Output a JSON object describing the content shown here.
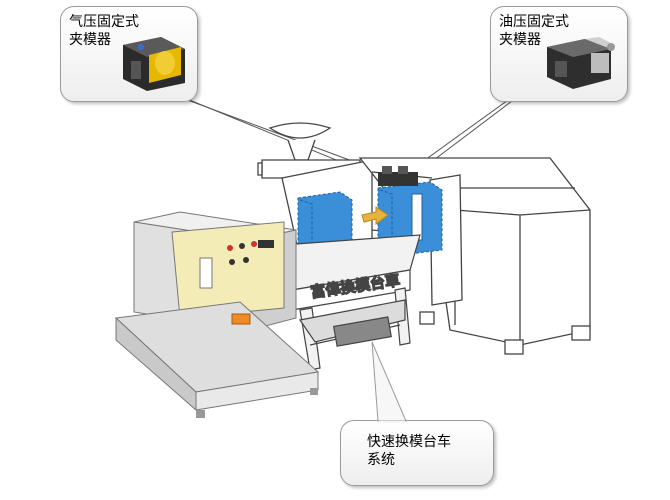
{
  "callouts": {
    "pneumatic_clamp": "气压固定式\n夹模器",
    "hydraulic_clamp": "油压固定式\n夹模器",
    "quick_change_system": "快速换模台车\n系统"
  },
  "machine_sign": "富偉換模台車",
  "colors": {
    "mold_blue": "#3b8fd8",
    "arrow_yellow": "#e8b33a",
    "cabinet_panel": "#f3ecb7",
    "sign_red": "#cc2a2a"
  }
}
